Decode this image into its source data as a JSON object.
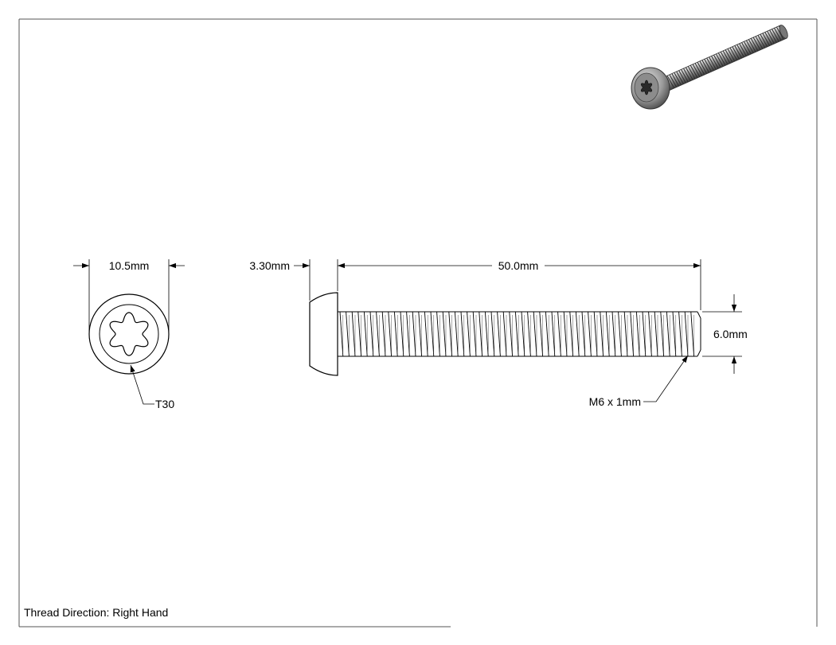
{
  "colors": {
    "line": "#000000",
    "border": "#555555",
    "metal_dark": "#3a3a3a",
    "metal_mid": "#8a8a8a",
    "metal_light": "#d9d9d9"
  },
  "icons": {
    "torx_drive": "torx-drive-icon",
    "screw_3d": "screw-isometric-icon"
  },
  "dimensions": {
    "head_diameter": "10.5mm",
    "head_height": "3.30mm",
    "length": "50.0mm",
    "thread_diameter": "6.0mm",
    "thread_callout": "M6 x 1mm",
    "drive_callout": "T30"
  },
  "footer": {
    "thread_direction": "Thread Direction: Right Hand"
  }
}
